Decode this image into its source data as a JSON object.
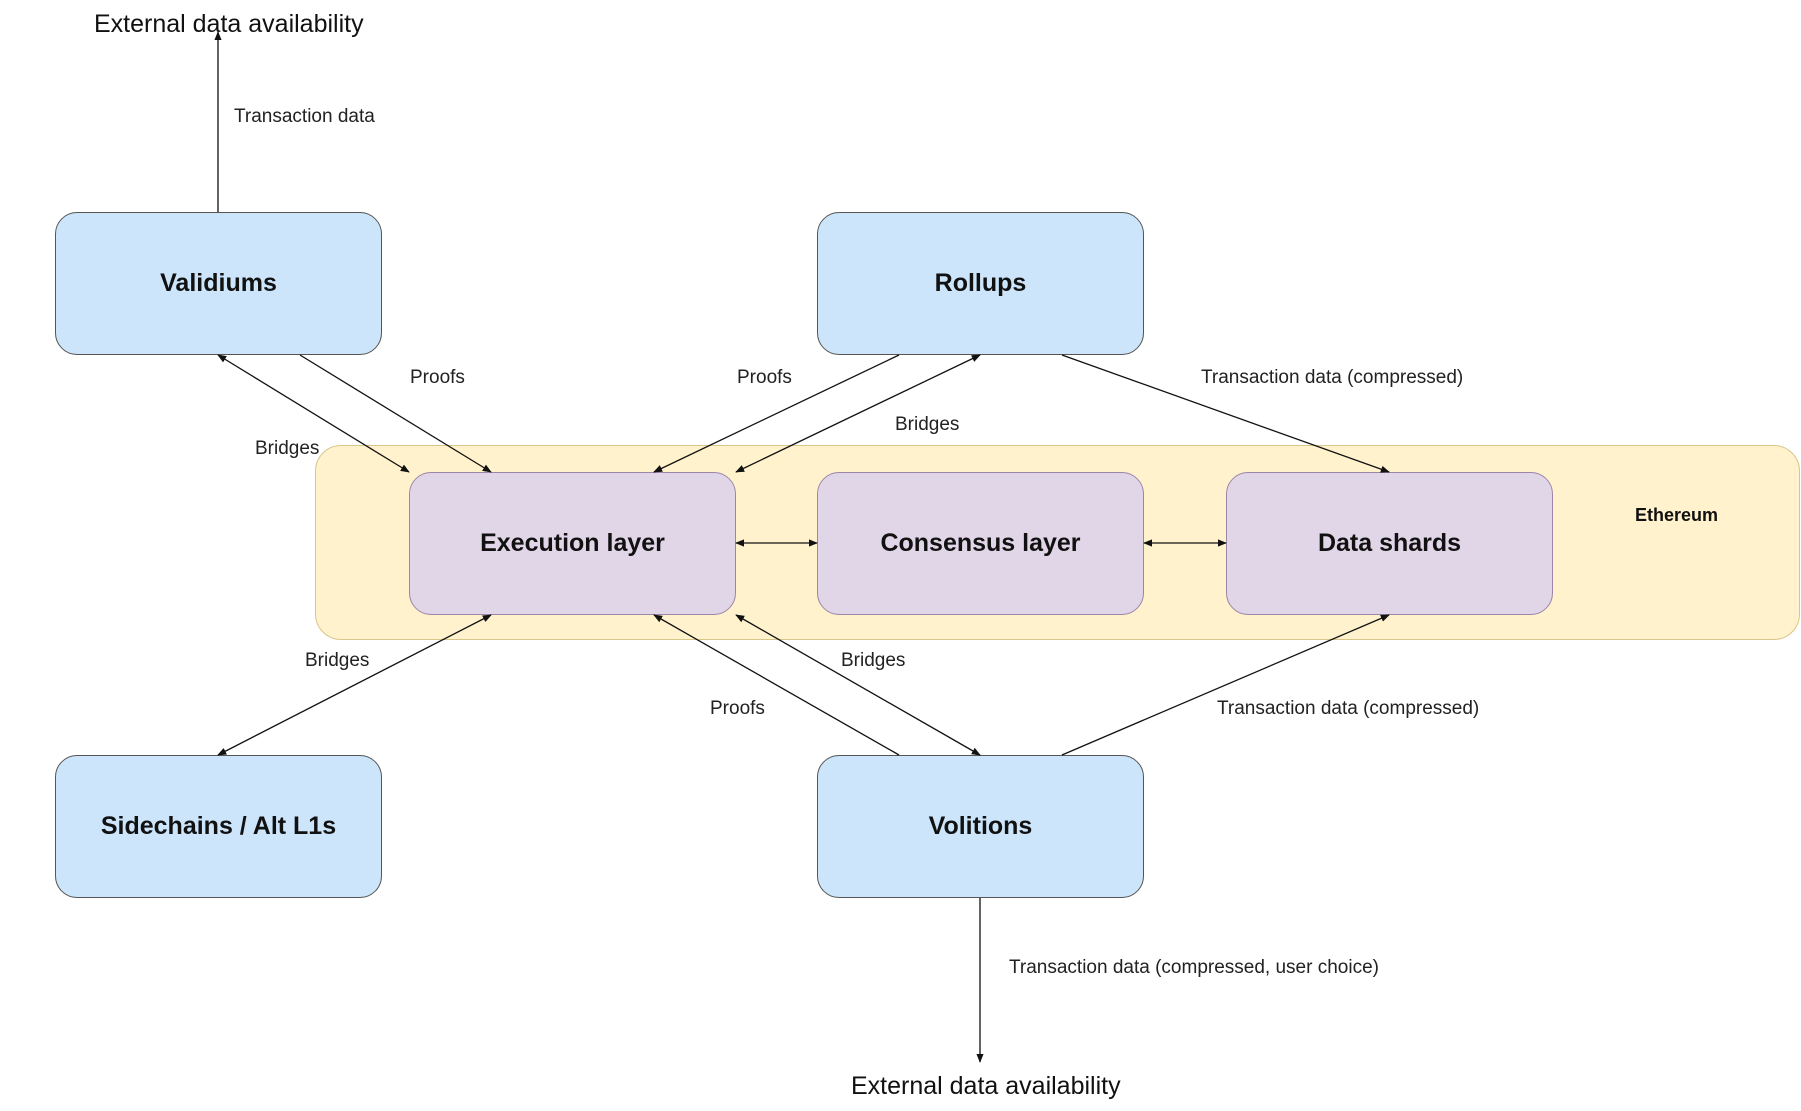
{
  "ethereum_label": "Ethereum",
  "external_top": "External data availability",
  "external_bottom": "External data availability",
  "nodes": {
    "validiums": "Validiums",
    "rollups": "Rollups",
    "execution": "Execution layer",
    "consensus": "Consensus layer",
    "shards": "Data shards",
    "sidechains": "Sidechains / Alt L1s",
    "volitions": "Volitions"
  },
  "edge_labels": {
    "validiums_external": "Transaction data",
    "validiums_proofs": "Proofs",
    "validiums_bridges": "Bridges",
    "rollups_proofs": "Proofs",
    "rollups_bridges": "Bridges",
    "rollups_txdata": "Transaction data (compressed)",
    "sidechains_bridges": "Bridges",
    "volitions_proofs": "Proofs",
    "volitions_bridges": "Bridges",
    "volitions_txdata": "Transaction data (compressed)",
    "volitions_external": "Transaction data (compressed, user choice)"
  },
  "colors": {
    "ethereum_fill": "#fff2cc",
    "l2_fill": "#cce5fb",
    "l1_layer_fill": "#e1d5e8",
    "edge": "#111111"
  }
}
